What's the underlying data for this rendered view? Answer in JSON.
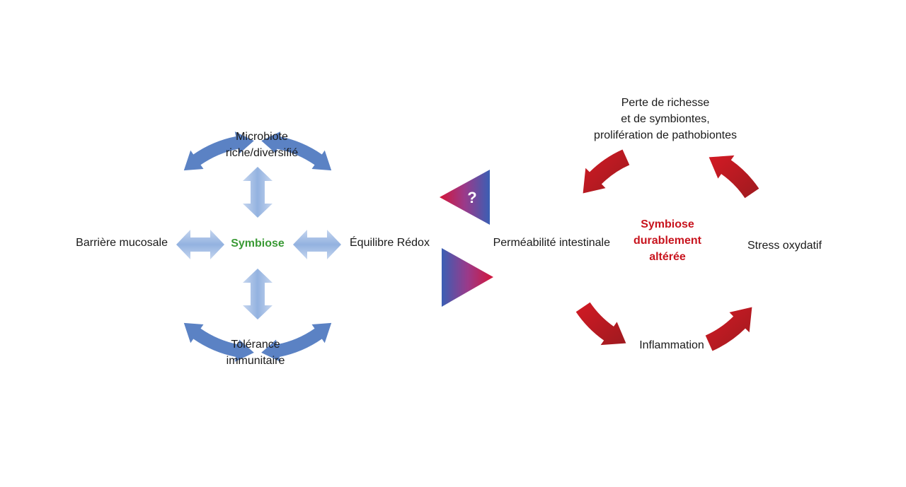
{
  "left_cycle": {
    "center": "Symbiose",
    "top": [
      "Microbiote",
      "riche/diversifié"
    ],
    "left": "Barrière mucosale",
    "right": "Équilibre Rédox",
    "bottom": [
      "Tolérance",
      "immunitaire"
    ]
  },
  "middle": {
    "question_mark": "?"
  },
  "right_cycle": {
    "center": [
      "Symbiose",
      "durablement",
      "altérée"
    ],
    "top": [
      "Perte de richesse",
      "et de symbiontes,",
      "prolifération de pathobiontes"
    ],
    "left": "Perméabilité intestinale",
    "right": "Stress oxydatif",
    "bottom": "Inflammation"
  },
  "colors": {
    "blue_arrow": "#5b82c4",
    "light_blue_arrow": "#a9c1e6",
    "red_arrow": "#cc1622",
    "symbiose_text": "#3a9a35",
    "altered_text": "#c8141e"
  },
  "icons": {
    "left_cycle_arrows": "curved-double-arrow",
    "center_arrows": "double-arrow",
    "right_cycle_arrows": "curved-arrow",
    "middle_triangles": "triangle-pointer"
  }
}
